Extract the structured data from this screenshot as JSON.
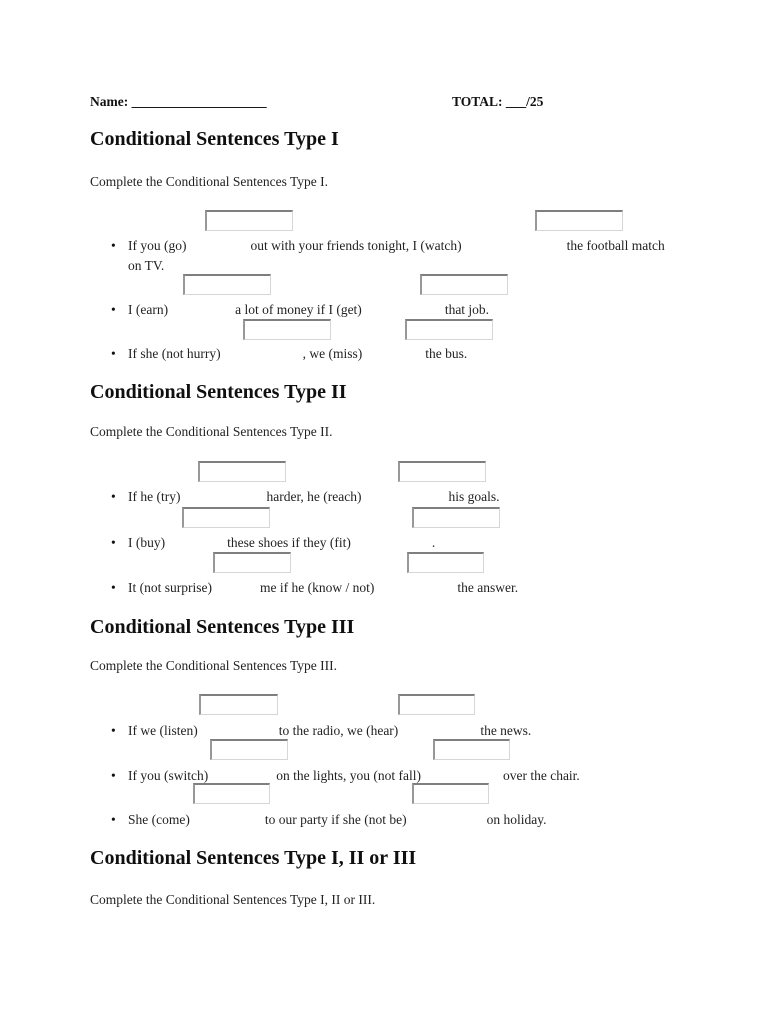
{
  "bullet": "•",
  "header": {
    "name_label": "Name: ____________________",
    "total_label": "TOTAL: ___/25"
  },
  "sections": [
    {
      "heading": "Conditional Sentences Type I",
      "instruction": "Complete the Conditional Sentences Type I.",
      "items": [
        {
          "t1": "If you (go)",
          "t2": "out with your friends tonight, I (watch)",
          "t3": "the football match on TV.",
          "answers": [
            "",
            ""
          ]
        },
        {
          "t1": "I (earn)",
          "t2": "a lot of money if I (get)",
          "t3": "that job.",
          "answers": [
            "",
            ""
          ]
        },
        {
          "t1": "If she (not hurry)",
          "t2": ", we (miss)",
          "t3": "the bus.",
          "answers": [
            "",
            ""
          ]
        }
      ]
    },
    {
      "heading": "Conditional Sentences Type II",
      "instruction": "Complete the Conditional Sentences Type II.",
      "items": [
        {
          "t1": "If he (try)",
          "t2": "harder, he (reach)",
          "t3": "his goals.",
          "answers": [
            "",
            ""
          ]
        },
        {
          "t1": "I (buy)",
          "t2": "these shoes if they (fit)",
          "t3": ".",
          "answers": [
            "",
            ""
          ]
        },
        {
          "t1": "It (not surprise)",
          "t2": "me if he (know / not)",
          "t3": "the answer.",
          "answers": [
            "",
            ""
          ]
        }
      ]
    },
    {
      "heading": "Conditional Sentences Type III",
      "instruction": "Complete the Conditional Sentences Type III.",
      "items": [
        {
          "t1": "If we (listen)",
          "t2": "to the radio, we (hear)",
          "t3": "the news.",
          "answers": [
            "",
            ""
          ]
        },
        {
          "t1": "If you (switch)",
          "t2": "on the lights, you (not fall)",
          "t3": "over the chair.",
          "answers": [
            "",
            ""
          ]
        },
        {
          "t1": "She (come)",
          "t2": "to our party if she (not be)",
          "t3": "on holiday.",
          "answers": [
            "",
            ""
          ]
        }
      ]
    },
    {
      "heading": "Conditional Sentences Type I, II or III",
      "instruction": "Complete the Conditional Sentences Type I, II or III.",
      "items": []
    }
  ]
}
